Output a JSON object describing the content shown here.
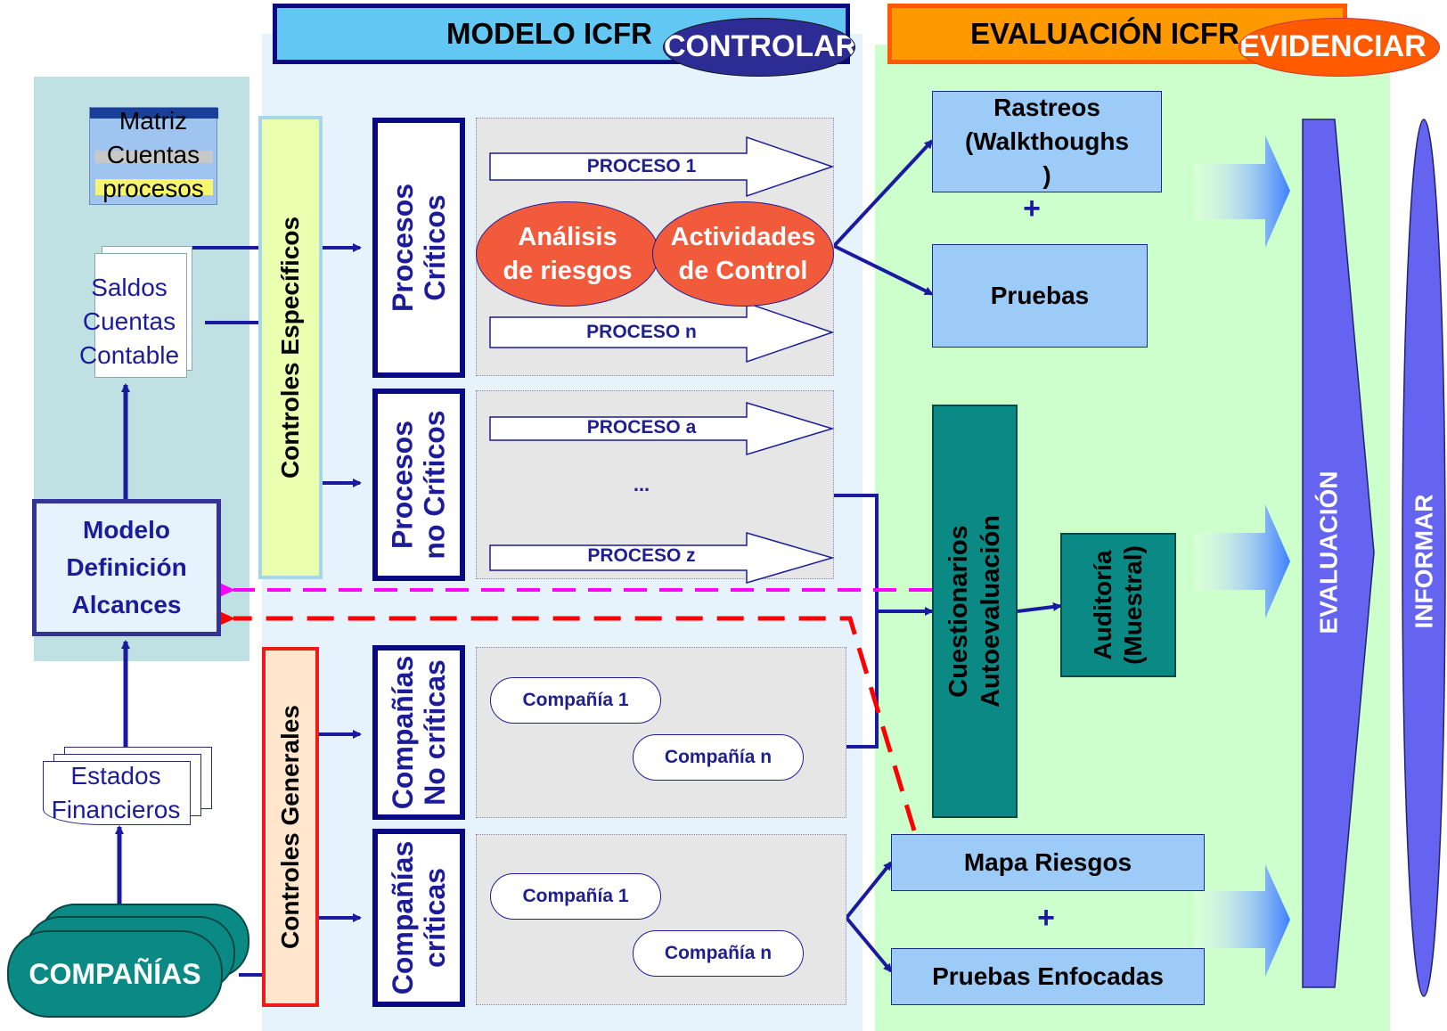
{
  "headers": {
    "modelo": "MODELO ICFR",
    "evaluacion": "EVALUACIÓN ICFR",
    "controlar": "CONTROLAR",
    "evidenciar": "EVIDENCIAR"
  },
  "left": {
    "matriz": [
      "Matriz",
      "Cuentas",
      "procesos"
    ],
    "saldos": [
      "Saldos",
      "Cuentas",
      "Contable"
    ],
    "modelo_alcances": [
      "Modelo",
      "Definición",
      "Alcances"
    ],
    "estados": [
      "Estados",
      "Financieros"
    ],
    "companias": "COMPAÑÍAS"
  },
  "controles": {
    "especificos": "Controles Específicos",
    "generales": "Controles Generales"
  },
  "processes": {
    "criticos": [
      "Procesos",
      "Críticos"
    ],
    "no_criticos": [
      "Procesos",
      "no Críticos"
    ],
    "cias_no_criticas": [
      "Compañías",
      "No críticas"
    ],
    "cias_criticas": [
      "Compañías",
      "críticas"
    ]
  },
  "flows": {
    "proceso_1": "PROCESO 1",
    "proceso_n": "PROCESO n",
    "proceso_a": "PROCESO a",
    "ellipsis": "...",
    "proceso_z": "PROCESO z",
    "analisis": [
      "Análisis",
      "de riesgos"
    ],
    "actividades": [
      "Actividades",
      "de Control"
    ],
    "compania_1": "Compañía 1",
    "compania_n": "Compañía n"
  },
  "evaluation": {
    "rastreos": [
      "Rastreos",
      "(Walkthoughs",
      ")"
    ],
    "plus": "+",
    "pruebas": "Pruebas",
    "cuestionarios": [
      "Cuestionarios",
      "Autoevaluación"
    ],
    "auditoria": [
      "Auditoría",
      "(Muestral)"
    ],
    "mapa_riesgos": "Mapa Riesgos",
    "pruebas_enfocadas": "Pruebas Enfocadas",
    "evaluacion_label": "EVALUACIÓN",
    "informar_label": "INFORMAR"
  },
  "colors": {
    "accent_navy": "#0a0a80",
    "eval_green": "#ccffcc",
    "modelo_blue": "#e6f3fd",
    "left_teal": "#bfe1e3",
    "risk_red": "#f25a3c",
    "teal_box": "#0b8a85",
    "header_orange": "#ff9900",
    "header_cyan": "#63c7f4",
    "purple": "#6464f0"
  }
}
